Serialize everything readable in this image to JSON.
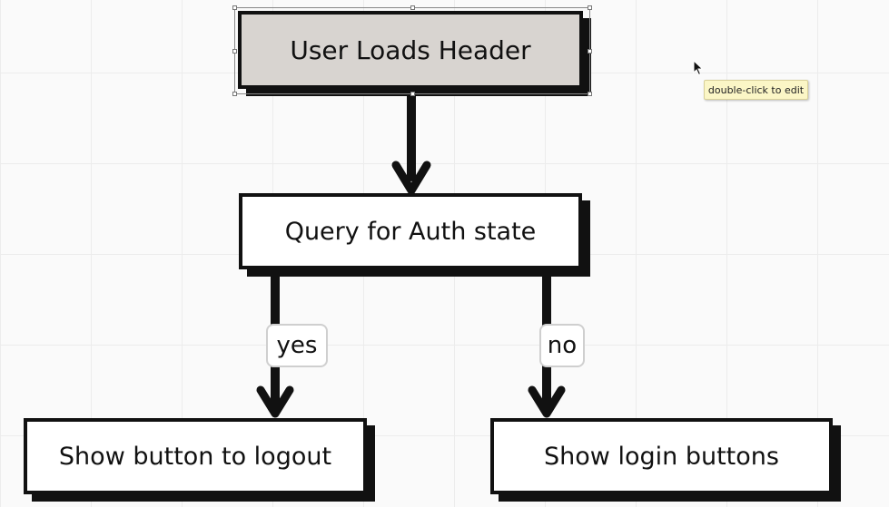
{
  "diagram": {
    "nodes": {
      "header": "User Loads Header",
      "query": "Query for Auth state",
      "logout": "Show button to logout",
      "login": "Show login buttons"
    },
    "edges": {
      "yes_label": "yes",
      "no_label": "no"
    }
  },
  "tooltip": {
    "text": "double-click to edit"
  },
  "colors": {
    "stroke": "#111111",
    "header_fill": "#d8d4d0",
    "node_fill": "#ffffff",
    "tooltip_fill": "#fbf6c6"
  }
}
